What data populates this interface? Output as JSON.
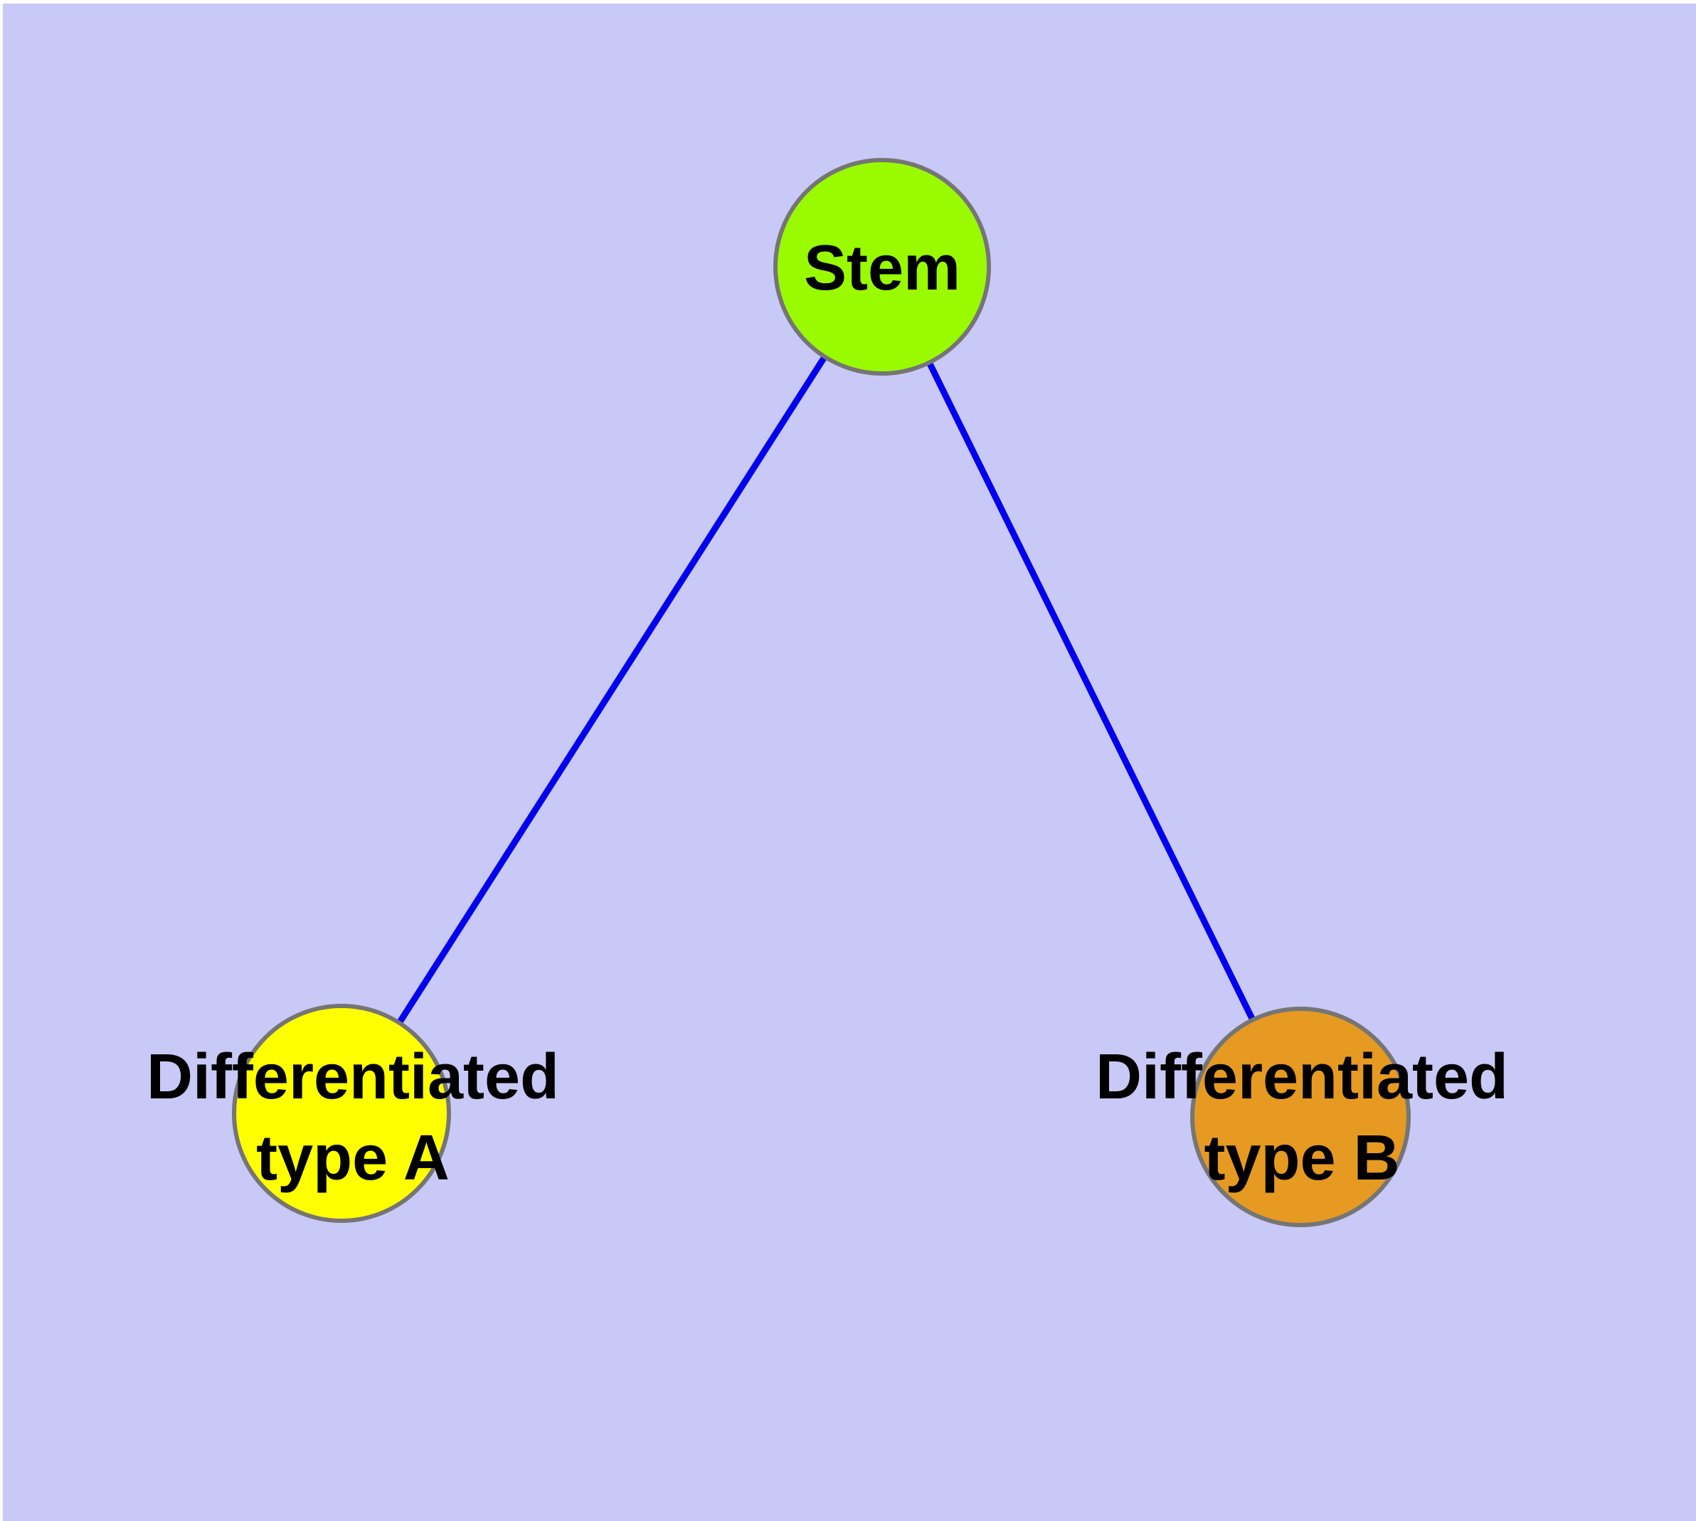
{
  "diagram": {
    "title": "",
    "background_color": "#c9c9f7",
    "page_margin_color": "#ffffff",
    "text_color": "#000000",
    "edge_color": "#0000ee",
    "node_border_color": "#757575",
    "nodes": {
      "stem": {
        "label": "Stem",
        "fill": "#9afb00"
      },
      "type_a": {
        "label_line1": "Differentiated",
        "label_line2": "type A",
        "fill": "#ffff00"
      },
      "type_b": {
        "label_line1": "Differentiated",
        "label_line2": "type B",
        "fill": "#e69a22"
      }
    },
    "edges": [
      {
        "from": "Stem",
        "to": "Differentiated type A"
      },
      {
        "from": "Stem",
        "to": "Differentiated type B"
      }
    ]
  }
}
